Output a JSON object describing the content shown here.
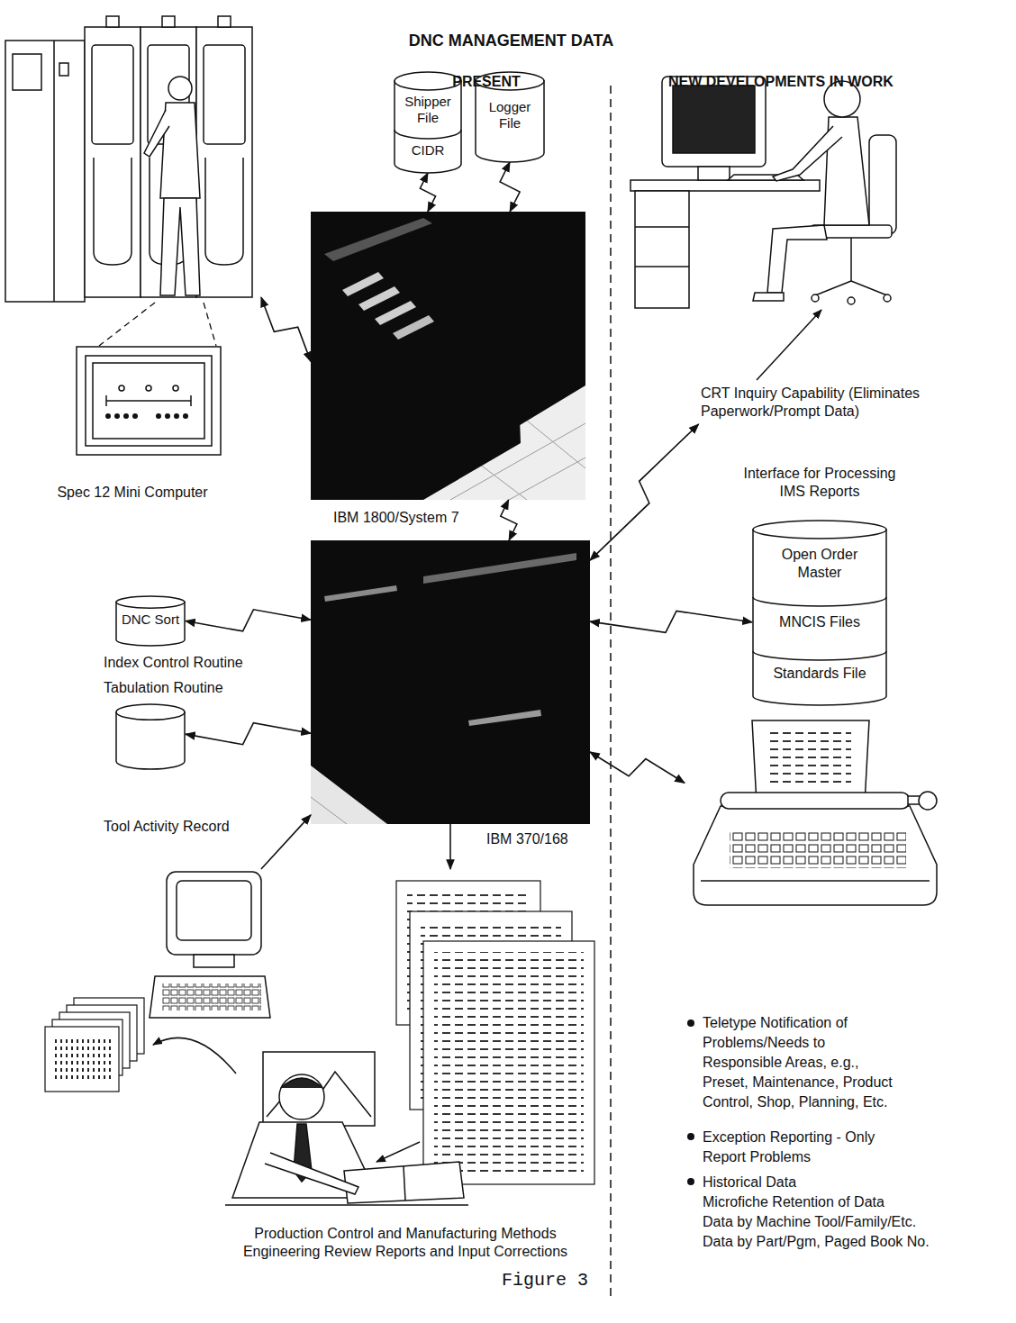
{
  "diagram": {
    "title": "DNC MANAGEMENT DATA",
    "caption": "Figure 3",
    "nodes": [
      {
        "text": [
          "Spec 12 Mini Computer"
        ]
      },
      {
        "text": [
          "Shipper File",
          "CIDR"
        ]
      },
      {
        "text": [
          "Logger File"
        ]
      },
      {
        "text": [
          "CRT Inquiry Capability (Eliminates Paperwork/Prompt Data)"
        ]
      },
      {
        "text": [
          "IBM 1800/System 7"
        ]
      },
      {
        "text": [
          "Interface for Processing IMS Reports",
          "Open Order Master",
          "MNCIS Files",
          "Standards File"
        ]
      },
      {
        "text": [
          "DNC Sort",
          "Index Control Routine"
        ]
      },
      {
        "text": [
          "Tabulation Routine",
          "Tool Activity Record"
        ]
      },
      {
        "text": [
          "IBM 370/168"
        ]
      },
      {
        "text": [
          "Teletype Notification of Problems/Needs to Responsible Areas, e.g., Preset, Maintenance, Product Control, Shop, Planning, Etc."
        ]
      },
      {
        "text": [
          "Production Control and Manufacturing Methods Engineering Review Reports and Input Corrections"
        ]
      }
    ],
    "edges": [
      {
        "from": 1,
        "to": 4,
        "arrow": "both"
      },
      {
        "from": 2,
        "to": 4,
        "arrow": "both"
      },
      {
        "from": 0,
        "to": 4,
        "arrow": "both"
      },
      {
        "from": 4,
        "to": 8,
        "arrow": "both"
      },
      {
        "from": 3,
        "to": 8,
        "arrow": "both"
      },
      {
        "from": 6,
        "to": 8,
        "arrow": "both"
      },
      {
        "from": 5,
        "to": 8,
        "arrow": "both"
      },
      {
        "from": 7,
        "to": 8,
        "arrow": "both"
      },
      {
        "from": 9,
        "to": 8,
        "arrow": "both"
      },
      {
        "from": 10,
        "to": 8,
        "arrow": "to"
      },
      {
        "from": 8,
        "to": 10,
        "arrow": "to"
      }
    ],
    "labels": [
      "PRESENT",
      "NEW DEVELOPMENTS IN WORK",
      "Exception Reporting - Only Report Problems",
      "Historical Data",
      "Microfiche Retention of Data",
      "Data by Machine Tool/Family/Etc.",
      "Data by Part/Pgm, Paged Book No."
    ]
  }
}
